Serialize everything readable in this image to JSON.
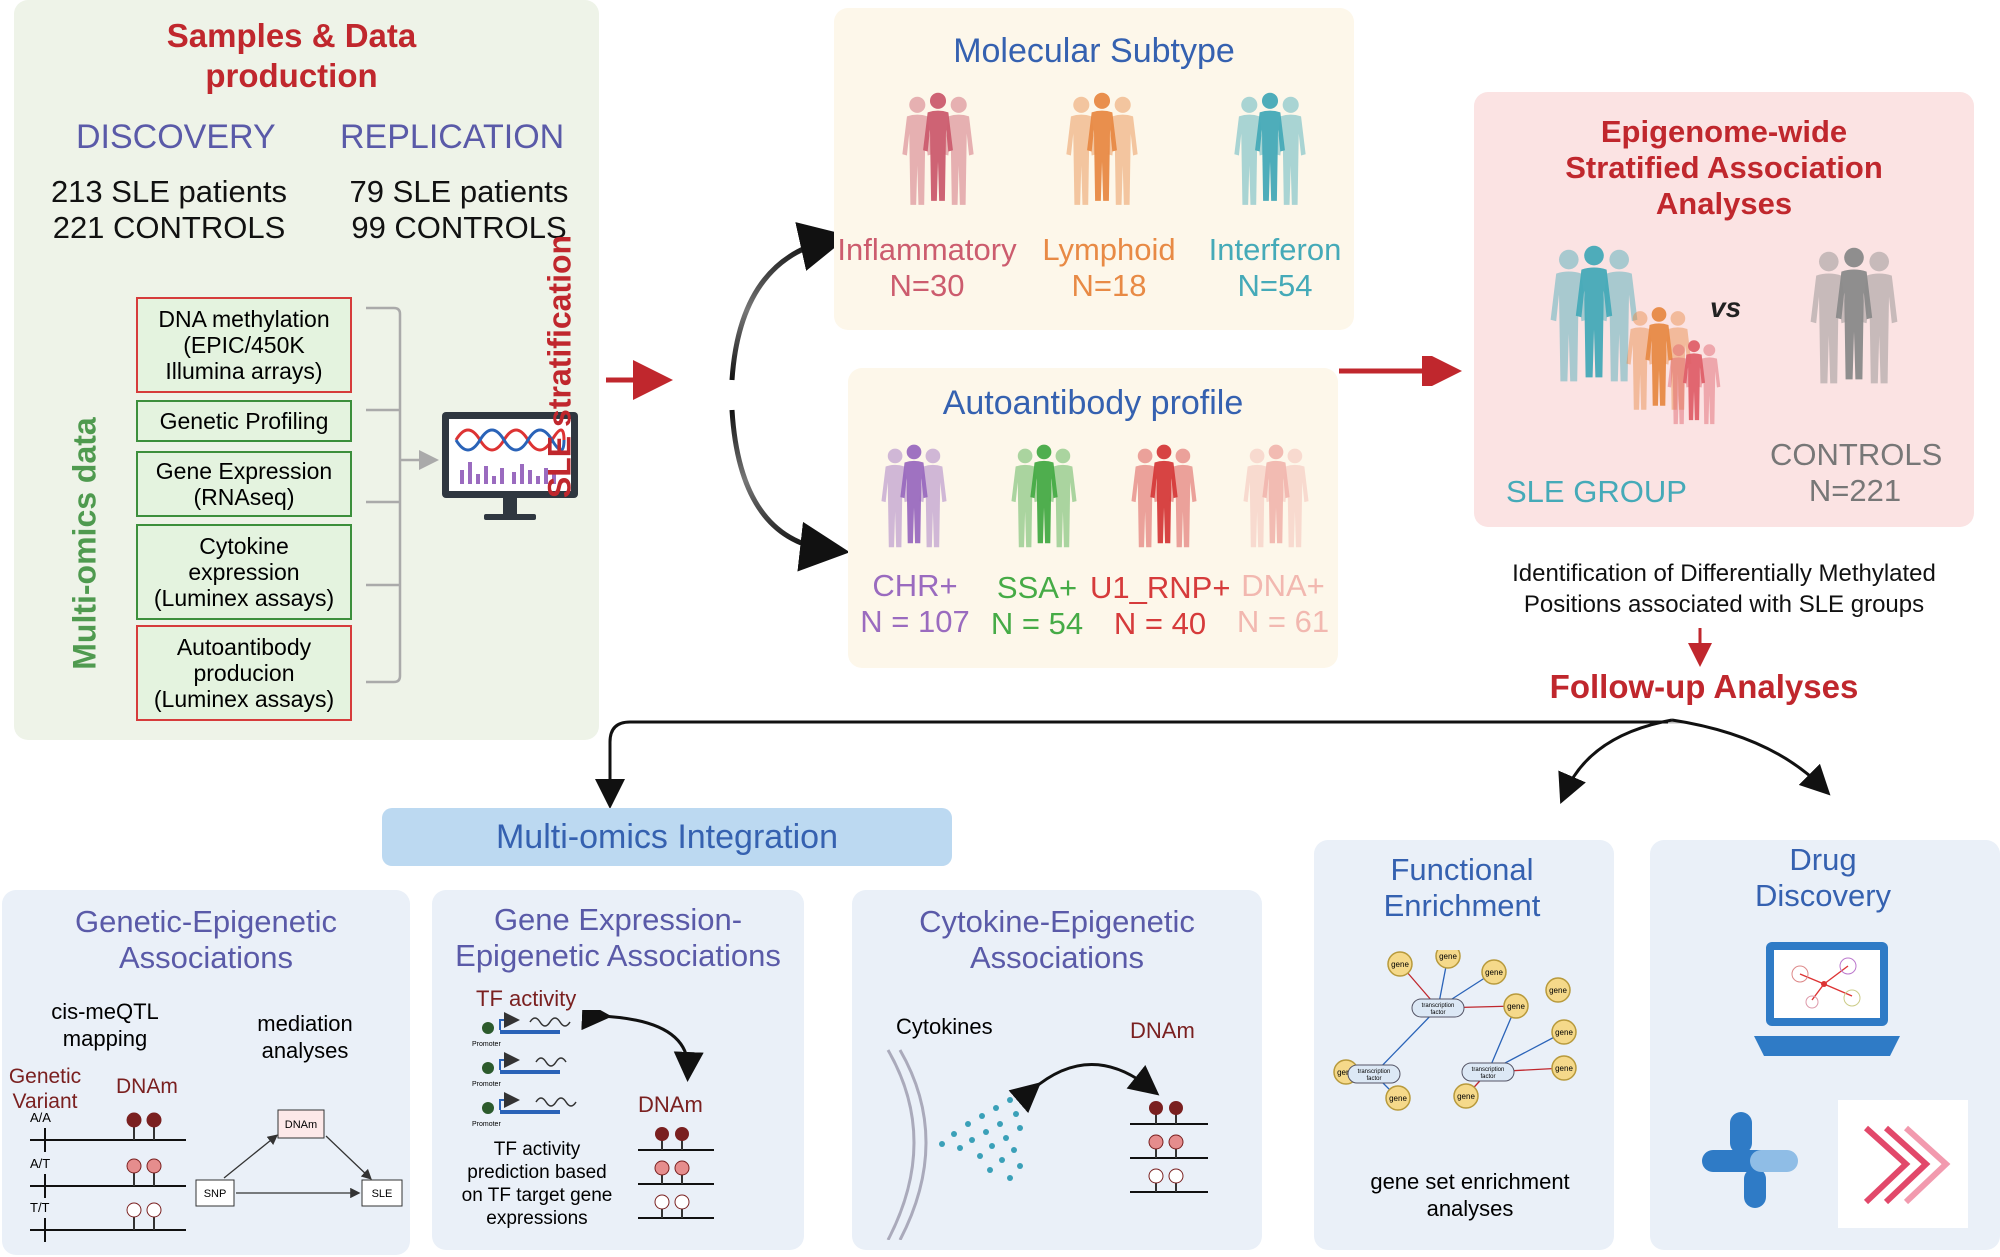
{
  "samples": {
    "title_line1": "Samples & Data",
    "title_line2": "production",
    "discovery_label": "DISCOVERY",
    "replication_label": "REPLICATION",
    "discovery_patients": "213 SLE patients",
    "discovery_controls": "221 CONTROLS",
    "replication_patients": "79  SLE patients",
    "replication_controls": "99 CONTROLS",
    "multiomics_label": "Multi-omics data",
    "boxes": [
      {
        "line1": "DNA methylation",
        "line2": "(EPIC/450K",
        "line3": "Illumina arrays)"
      },
      {
        "line1": "Genetic Profiling"
      },
      {
        "line1": "Gene Expression",
        "line2": "(RNAseq)"
      },
      {
        "line1": "Cytokine",
        "line2": "expression",
        "line3": "(Luminex assays)"
      },
      {
        "line1": "Autoantibody",
        "line2": "producion",
        "line3": "(Luminex assays)"
      }
    ]
  },
  "stratification": {
    "label": "SLE stratification"
  },
  "molecular": {
    "title": "Molecular Subtype",
    "groups": [
      {
        "name": "Inflammatory",
        "n": "N=30",
        "color": "#cc5c6e"
      },
      {
        "name": "Lymphoid",
        "n": "N=18",
        "color": "#e88a45"
      },
      {
        "name": "Interferon",
        "n": "N=54",
        "color": "#45aab8"
      }
    ]
  },
  "autoantibody": {
    "title": "Autoantibody profile",
    "groups": [
      {
        "name": "CHR+",
        "n": "N = 107",
        "color": "#9a6bbf"
      },
      {
        "name": "SSA+",
        "n": "N = 54",
        "color": "#46ab46"
      },
      {
        "name": "U1_RNP+",
        "n": "N = 40",
        "color": "#d63b3b"
      },
      {
        "name": "DNA+",
        "n": "N = 61",
        "color": "#f2b8b0"
      }
    ]
  },
  "ewas": {
    "title_line1": "Epigenome-wide",
    "title_line2": "Stratified Association",
    "title_line3": "Analyses",
    "vs": "vs",
    "sle_group": "SLE GROUP",
    "controls": "CONTROLS",
    "controls_n": "N=221",
    "identification_line1": "Identification of Differentially Methylated",
    "identification_line2": "Positions associated with SLE groups",
    "followup": "Follow-up Analyses"
  },
  "integration": {
    "title": "Multi-omics Integration"
  },
  "genetic_epi": {
    "title_line1": "Genetic-Epigenetic",
    "title_line2": "Associations",
    "cis_line1": "cis-meQTL",
    "cis_line2": "mapping",
    "mediation_line1": "mediation",
    "mediation_line2": "analyses",
    "genetic_line1": "Genetic",
    "genetic_line2": "Variant",
    "dnam": "DNAm",
    "genotypes": [
      "A/A",
      "A/T",
      "T/T"
    ],
    "snp": "SNP",
    "dnam_box": "DNAm",
    "sle_box": "SLE"
  },
  "gene_expr": {
    "title_line1": "Gene Expression-",
    "title_line2": "Epigenetic Associations",
    "tf_activity": "TF activity",
    "promoter": "Promoter",
    "dnam": "DNAm",
    "pred_line1": "TF activity",
    "pred_line2": "prediction based",
    "pred_line3": "on TF target gene",
    "pred_line4": "expressions"
  },
  "cytokine": {
    "title_line1": "Cytokine-Epigenetic",
    "title_line2": "Associations",
    "cytokines": "Cytokines",
    "dnam": "DNAm"
  },
  "functional": {
    "title_line1": "Functional",
    "title_line2": "Enrichment",
    "gene": "gene",
    "tf_line1": "transcription",
    "tf_line2": "factor",
    "caption_line1": "gene set enrichment",
    "caption_line2": "analyses"
  },
  "drug": {
    "title_line1": "Drug",
    "title_line2": "Discovery"
  }
}
